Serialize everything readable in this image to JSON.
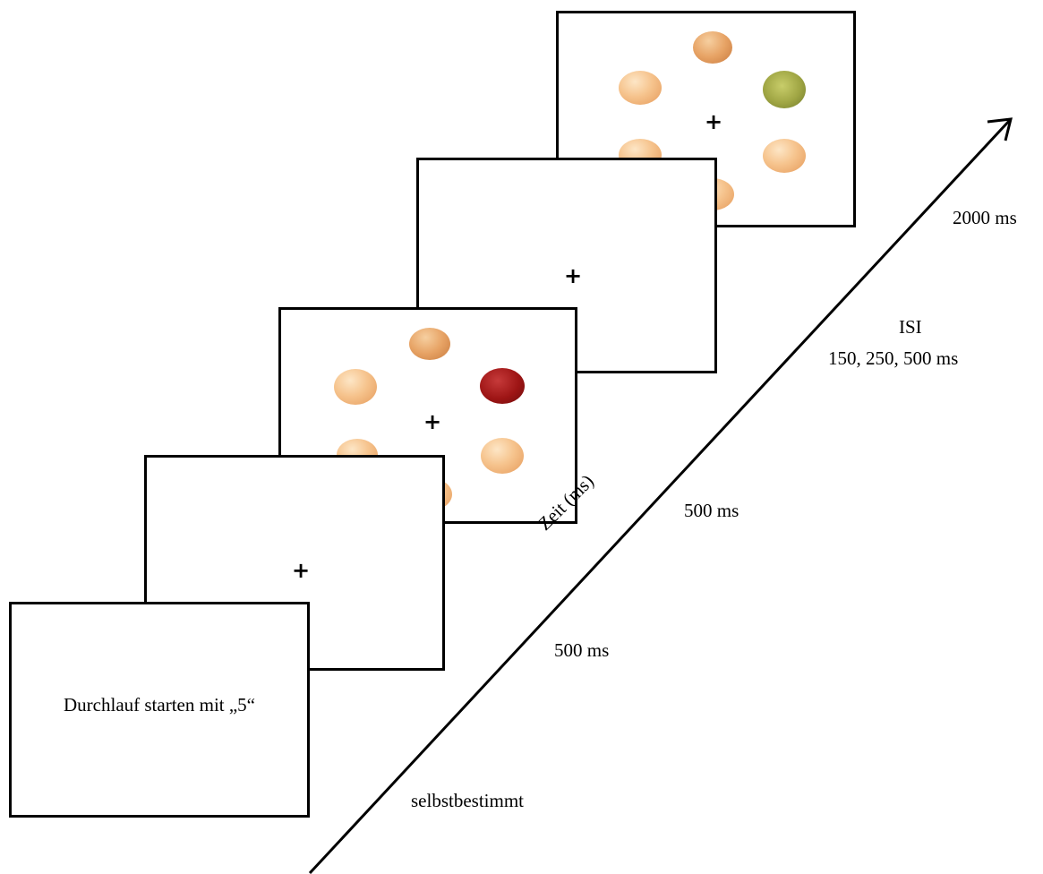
{
  "screens": {
    "start_text": "Durchlauf starten mit „5“",
    "fixation_symbol": "+"
  },
  "axis": {
    "label": "Zeit (ms)"
  },
  "durations": {
    "start": "selbstbestimmt",
    "fixation": "500 ms",
    "display": "500 ms",
    "isi_title": "ISI",
    "isi_values": "150, 250, 500 ms",
    "target": "2000 ms"
  },
  "fruit_colors": {
    "orange": "#f6c48e",
    "strawberry": "#9e1515",
    "apple": "#9fa543"
  }
}
